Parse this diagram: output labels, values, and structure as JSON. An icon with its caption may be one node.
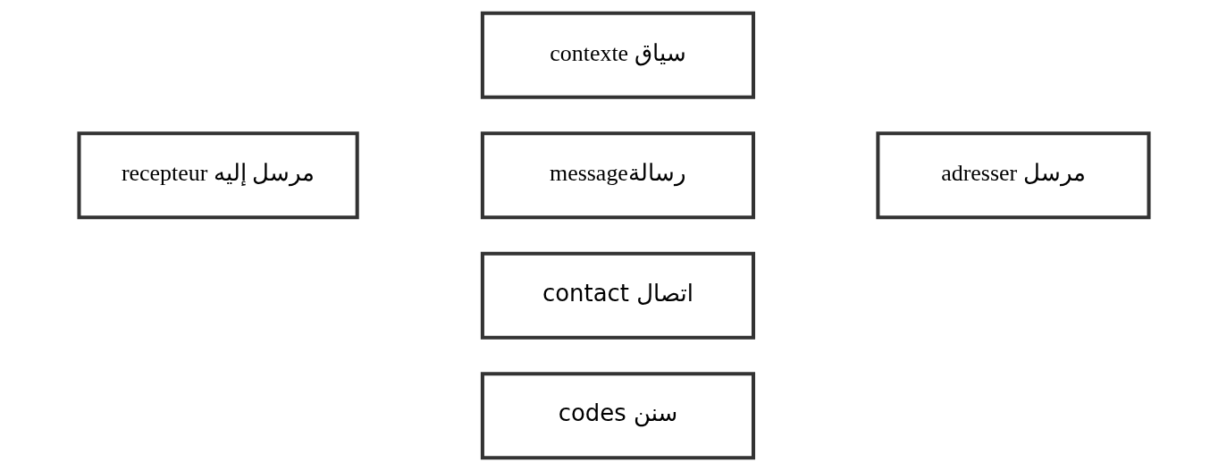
{
  "diagram": {
    "nodes": [
      {
        "text": [
          "contexte سياق"
        ]
      },
      {
        "text": [
          "recepteur مرسل إليه"
        ]
      },
      {
        "text": [
          "messageرسالة"
        ]
      },
      {
        "text": [
          "adresser مرسل"
        ]
      },
      {
        "text": [
          "contact اتصال"
        ]
      },
      {
        "text": [
          "codes سنن"
        ]
      }
    ]
  }
}
